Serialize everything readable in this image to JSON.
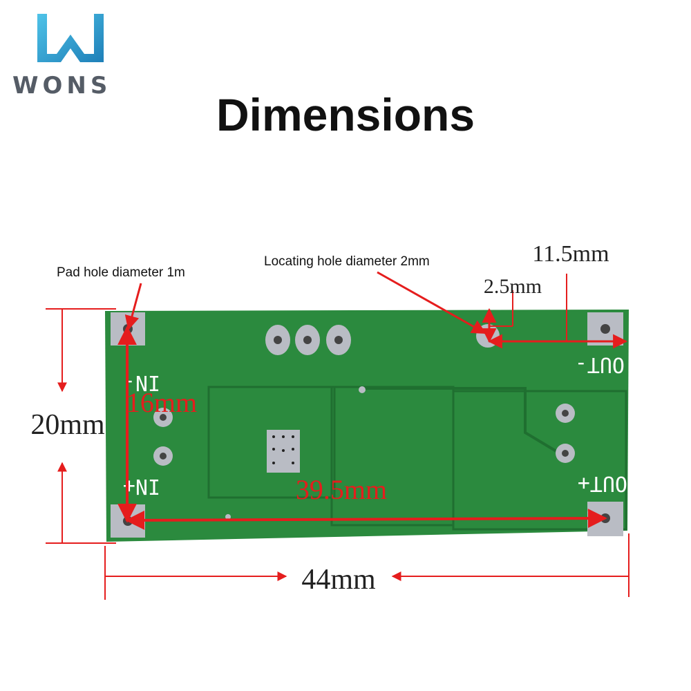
{
  "brand": {
    "name": "WONS"
  },
  "title": "Dimensions",
  "annotations": {
    "pad_hole": "Pad hole diameter 1m",
    "locating_hole": "Locating hole diameter 2mm"
  },
  "dimensions": {
    "width": "44mm",
    "height": "20mm",
    "pad_span_x": "39.5mm",
    "pad_span_y": "16mm",
    "hole_offset_y": "2.5mm",
    "hole_offset_x": "11.5mm"
  },
  "board_labels": {
    "in_neg": "IN-",
    "in_pos": "IN+",
    "out_neg": "OUT-",
    "out_pos": "OUT+"
  },
  "colors": {
    "board": "#2b8a3e",
    "board_dark": "#1f6f30",
    "dimension_line": "#e51d1d",
    "pad": "#b9bcc4"
  }
}
